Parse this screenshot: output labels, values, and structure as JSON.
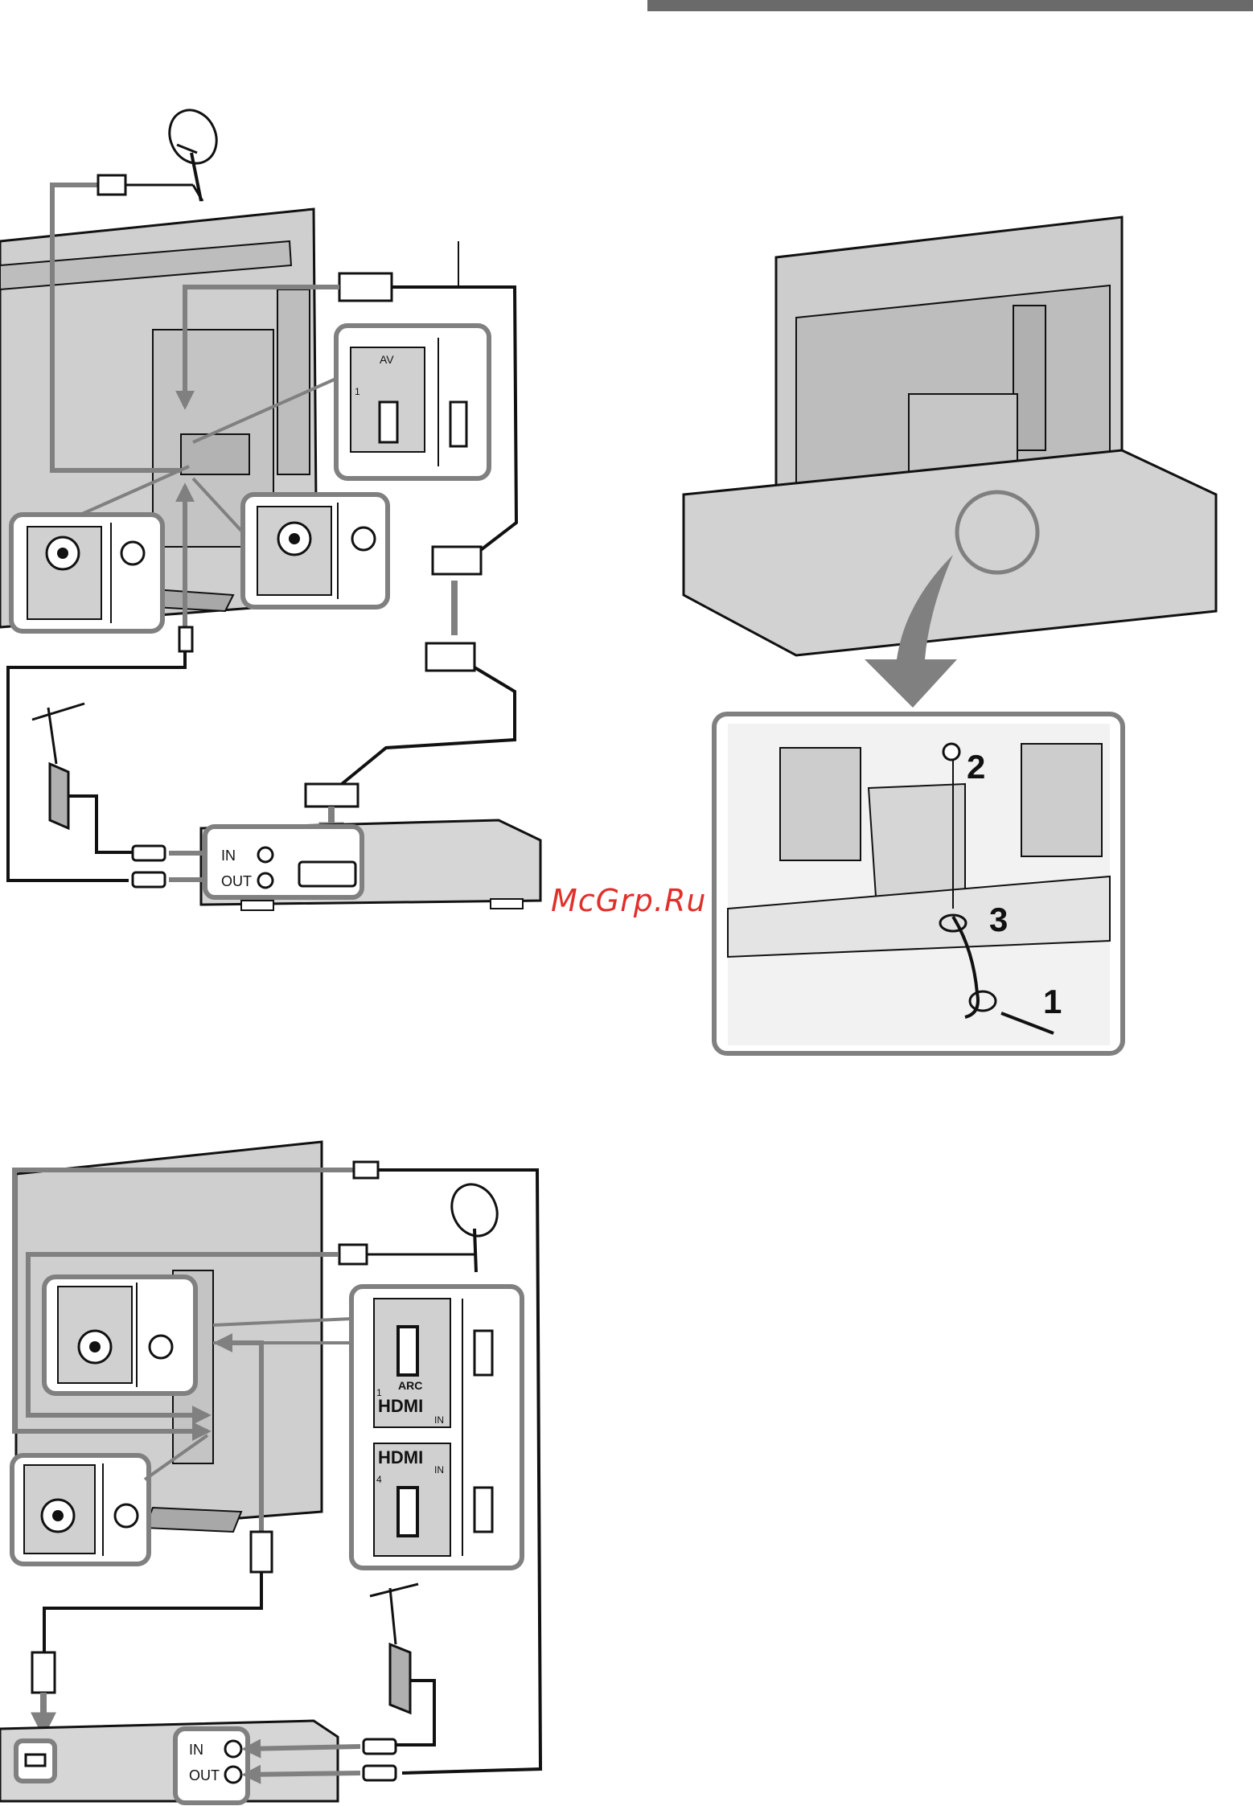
{
  "watermark": "McGrp.Ru",
  "colors": {
    "tv_fill": "#c8c8c8",
    "tv_dark": "#9a9a9a",
    "line": "#111111",
    "callout": "#808080",
    "watermark": "#e0302a"
  },
  "top_left_diagram": {
    "av_label": "AV",
    "av_number": "1",
    "rec_in_label": "IN",
    "rec_out_label": "OUT"
  },
  "stand_diagram": {
    "steps": [
      "1",
      "2",
      "3"
    ]
  },
  "bottom_left_diagram": {
    "arc_label": "ARC",
    "hdmi_label": "HDMI",
    "hdmi_in_label": "IN",
    "port1_number": "1",
    "port4_number": "4",
    "rec_in_label": "IN",
    "rec_out_label": "OUT"
  },
  "icons": [
    "satellite-dish-icon",
    "antenna-icon",
    "scart-connector-icon",
    "hdmi-connector-icon",
    "coax-connector-icon",
    "arrow-icon"
  ]
}
